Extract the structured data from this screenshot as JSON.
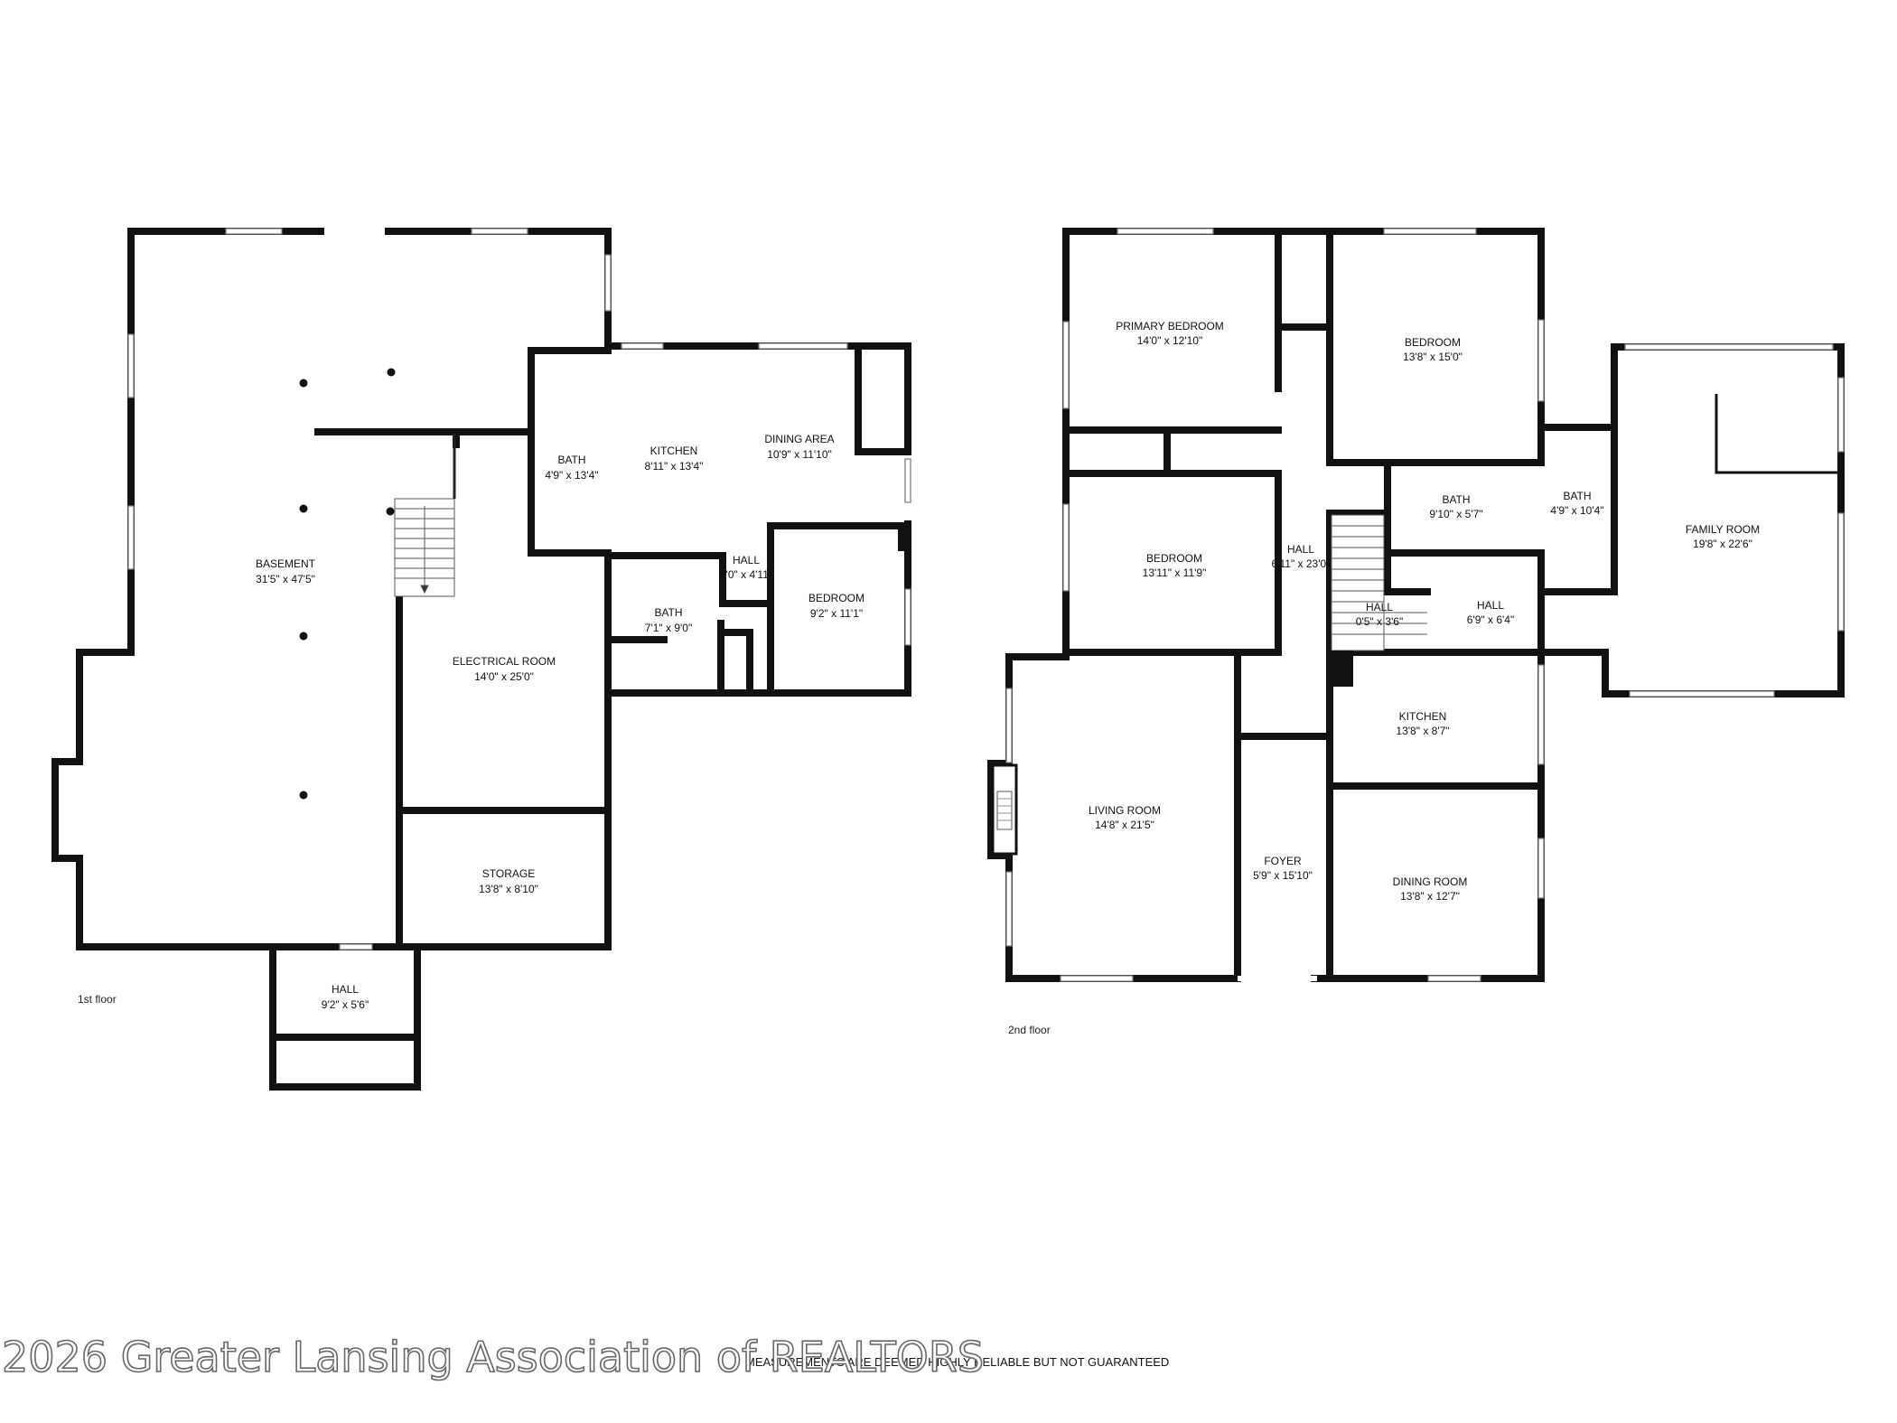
{
  "floors": [
    {
      "label": "1st floor",
      "rooms": [
        {
          "name": "BASEMENT",
          "dims": "31'5\" x 47'5\""
        },
        {
          "name": "BATH",
          "dims": "4'9\" x 13'4\""
        },
        {
          "name": "KITCHEN",
          "dims": "8'11\" x 13'4\""
        },
        {
          "name": "DINING AREA",
          "dims": "10'9\" x 11'10\""
        },
        {
          "name": "HALL",
          "dims": "3'0\" x 4'11\""
        },
        {
          "name": "BATH",
          "dims": "7'1\" x 9'0\""
        },
        {
          "name": "BEDROOM",
          "dims": "9'2\" x 11'1\""
        },
        {
          "name": "ELECTRICAL ROOM",
          "dims": "14'0\" x 25'0\""
        },
        {
          "name": "STORAGE",
          "dims": "13'8\" x 8'10\""
        },
        {
          "name": "HALL",
          "dims": "9'2\" x 5'6\""
        }
      ]
    },
    {
      "label": "2nd floor",
      "rooms": [
        {
          "name": "PRIMARY BEDROOM",
          "dims": "14'0\" x 12'10\""
        },
        {
          "name": "BEDROOM",
          "dims": "13'8\" x 15'0\""
        },
        {
          "name": "BEDROOM",
          "dims": "13'11\" x 11'9\""
        },
        {
          "name": "HALL",
          "dims": "6'11\" x 23'0\""
        },
        {
          "name": "BATH",
          "dims": "9'10\" x 5'7\""
        },
        {
          "name": "BATH",
          "dims": "4'9\" x 10'4\""
        },
        {
          "name": "FAMILY ROOM",
          "dims": "19'8\" x 22'6\""
        },
        {
          "name": "HALL",
          "dims": "0'5\" x 3'6\""
        },
        {
          "name": "HALL",
          "dims": "6'9\" x 6'4\""
        },
        {
          "name": "KITCHEN",
          "dims": "13'8\" x 8'7\""
        },
        {
          "name": "LIVING ROOM",
          "dims": "14'8\" x 21'5\""
        },
        {
          "name": "FOYER",
          "dims": "5'9\" x 15'10\""
        },
        {
          "name": "DINING ROOM",
          "dims": "13'8\" x 12'7\""
        }
      ]
    }
  ],
  "disclaimer": "MEASUREMENTS ARE DEEMED HIGHLY RELIABLE BUT NOT GUARANTEED",
  "watermark": "2026 Greater Lansing Association of REALTORS",
  "colors": {
    "wall": "#111111",
    "window": "#ffffff",
    "background": "#ffffff"
  }
}
